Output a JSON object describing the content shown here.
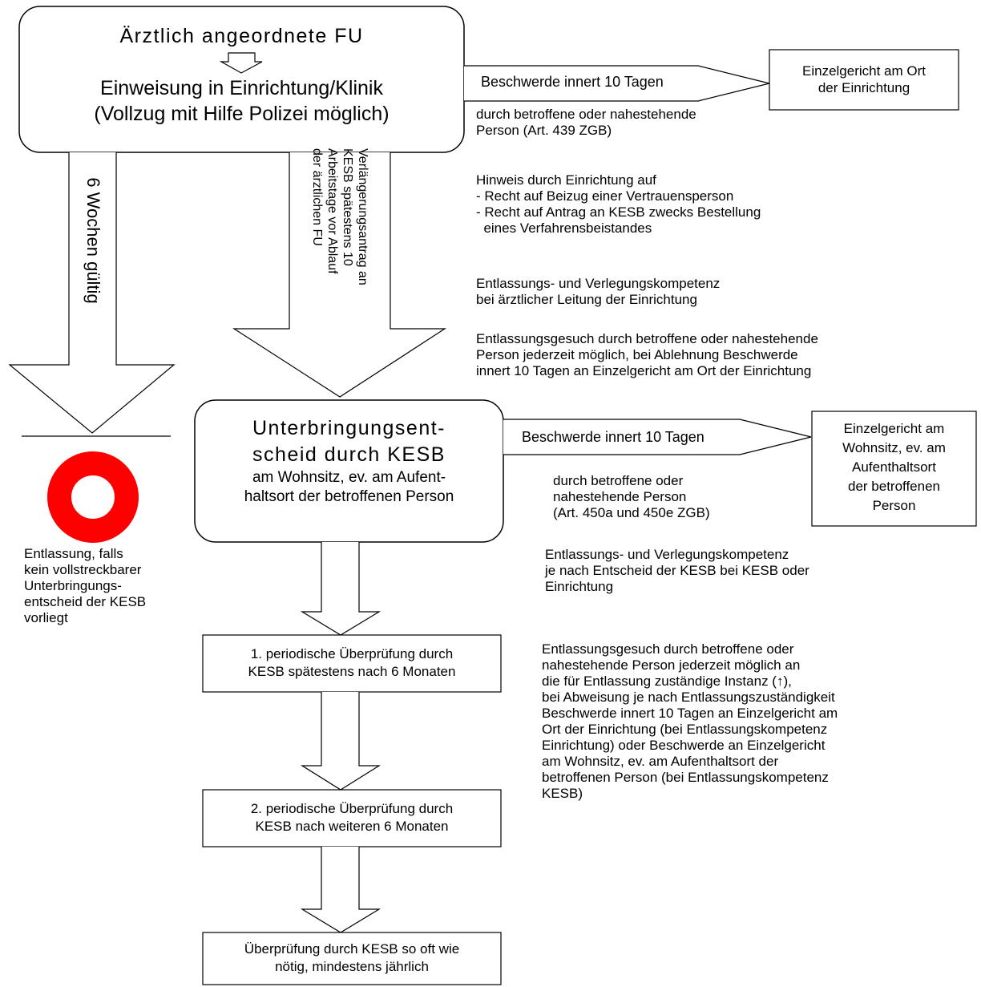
{
  "top_box": {
    "title": "Ärztlich angeordnete FU",
    "line1": "Einweisung in Einrichtung/Klinik",
    "line2": "(Vollzug mit Hilfe Polizei möglich)"
  },
  "top_appeal": {
    "arrow_label": "Beschwerde innert 10 Tagen",
    "court": [
      "Einzelgericht am Ort",
      "der Einrichtung"
    ],
    "by": [
      "durch betroffene oder nahestehende",
      "Person (Art. 439 ZGB)"
    ]
  },
  "top_notes": {
    "hinweis": [
      "Hinweis durch Einrichtung auf",
      "- Recht auf Beizug einer Vertrauensperson",
      "- Recht auf Antrag an KESB zwecks Bestellung",
      "  eines Verfahrensbeistandes"
    ],
    "kompetenz": [
      "Entlassungs- und Verlegungskompetenz",
      "bei ärztlicher Leitung der Einrichtung"
    ],
    "gesuch": [
      "Entlassungsgesuch durch betroffene oder nahestehende",
      "Person jederzeit möglich, bei Ablehnung Beschwerde",
      "innert 10 Tagen an Einzelgericht am Ort der Einrichtung"
    ]
  },
  "validity_arrow": {
    "label": "6 Wochen gültig"
  },
  "extension_arrow": {
    "label": [
      "Verlängerungsantrag an",
      "KESB spätestens 10",
      "Arbeitstage vor Ablauf",
      "der ärztlichen FU"
    ]
  },
  "release_note": [
    "Entlassung, falls",
    "kein vollstreckbarer",
    "Unterbringungs-",
    "entscheid der KESB",
    "vorliegt"
  ],
  "kesb_box": {
    "title1": "Unterbringungsent-",
    "title2": "scheid durch KESB",
    "sub1": "am Wohnsitz, ev. am Aufent-",
    "sub2": "haltsort der betroffenen Person"
  },
  "kesb_appeal": {
    "arrow_label": "Beschwerde innert 10 Tagen",
    "court": [
      "Einzelgericht am",
      "Wohnsitz, ev. am",
      "Aufenthaltsort",
      "der betroffenen",
      "Person"
    ],
    "by": [
      "durch betroffene oder",
      "nahestehende Person",
      "(Art. 450a und 450e ZGB)"
    ]
  },
  "kesb_notes": {
    "kompetenz": [
      "Entlassungs- und Verlegungskompetenz",
      "je nach Entscheid der KESB bei KESB oder",
      "Einrichtung"
    ],
    "gesuch": [
      "Entlassungsgesuch durch betroffene oder",
      "nahestehende Person jederzeit möglich an",
      "die für Entlassung zuständige Instanz (↑),",
      "bei Abweisung je nach Entlassungszuständigkeit",
      "Beschwerde innert 10 Tagen an Einzelgericht am",
      "Ort der Einrichtung (bei Entlassungskompetenz",
      "Einrichtung) oder Beschwerde an Einzelgericht",
      "am Wohnsitz, ev. am Aufenthaltsort der",
      "betroffenen Person (bei Entlassungskompetenz",
      "KESB)"
    ]
  },
  "review1": [
    "1. periodische Überprüfung durch",
    "KESB spätestens nach 6 Monaten"
  ],
  "review2": [
    "2. periodische Überprüfung durch",
    "KESB nach weiteren 6 Monaten"
  ],
  "review3": [
    "Überprüfung durch KESB so oft wie",
    "nötig, mindestens jährlich"
  ],
  "colors": {
    "stop_ring": "#ff0000",
    "stroke": "#000000"
  }
}
